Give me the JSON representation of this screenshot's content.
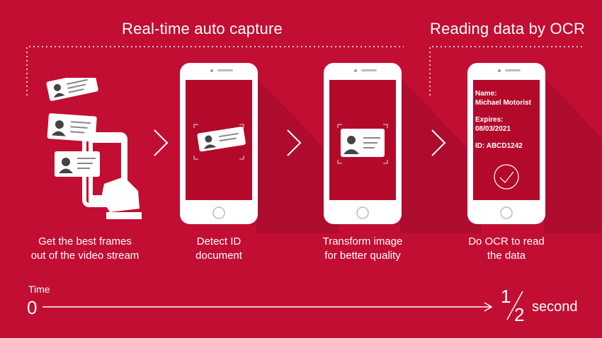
{
  "headings": {
    "capture": "Real-time auto capture",
    "ocr": "Reading data by OCR"
  },
  "steps": [
    {
      "line1": "Get the best frames",
      "line2": "out of the video stream"
    },
    {
      "line1": "Detect ID",
      "line2": "document"
    },
    {
      "line1": "Transform image",
      "line2": "for better quality"
    },
    {
      "line1": "Do OCR to read",
      "line2": "the data"
    }
  ],
  "ocr_card": {
    "name_label": "Name:",
    "name_value": "Michael Motorist",
    "expires_label": "Expires:",
    "expires_value": "08/03/2021",
    "id_line": "ID: ABCD1242"
  },
  "timeline": {
    "label": "Time",
    "start": "0",
    "fraction_numerator": "1",
    "fraction_denominator": "2",
    "unit": "second"
  },
  "colors": {
    "background": "#c20e33",
    "phone_screen": "#b30a2c",
    "shadow": "#ad0c2d",
    "white": "#ffffff"
  },
  "icons": [
    "id-card-icon",
    "hand-phone-icon",
    "chevron-right-icon",
    "checkmark-icon",
    "home-button-icon",
    "arrow-right-icon"
  ]
}
